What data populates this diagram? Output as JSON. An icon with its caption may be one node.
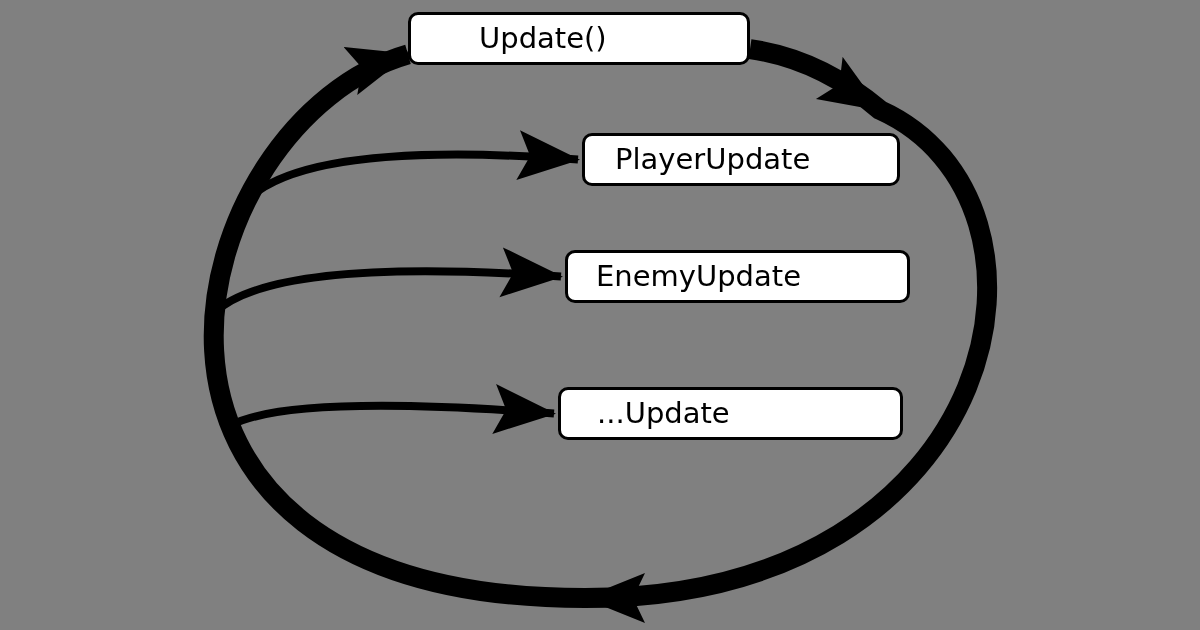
{
  "diagram": {
    "nodes": [
      {
        "text": [
          "Update()"
        ]
      },
      {
        "text": [
          "PlayerUpdate"
        ]
      },
      {
        "text": [
          "EnemyUpdate"
        ]
      },
      {
        "text": [
          "...Update"
        ]
      }
    ],
    "edges": [
      {
        "from": 0,
        "to": 0,
        "arrow": "to",
        "style": "thick"
      },
      {
        "from": 0,
        "to": 1,
        "arrow": "to"
      },
      {
        "from": 0,
        "to": 2,
        "arrow": "to"
      },
      {
        "from": 0,
        "to": 3,
        "arrow": "to"
      }
    ]
  }
}
